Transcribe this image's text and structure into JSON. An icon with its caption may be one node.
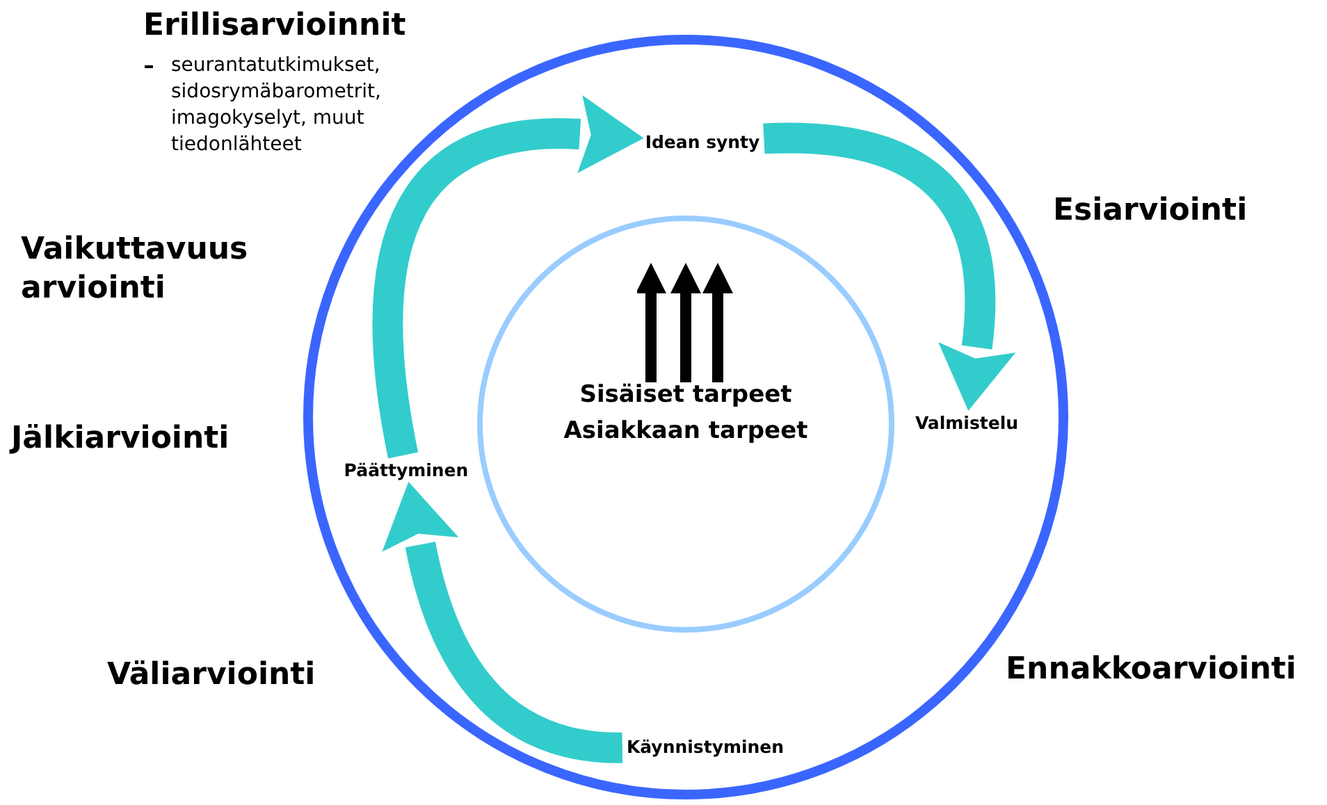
{
  "diagram": {
    "nodes": [
      {
        "text": [],
        "shape": "circle"
      },
      {
        "text": [
          "Idean synty"
        ],
        "in": 0
      },
      {
        "text": [
          "Valmistelu"
        ],
        "in": 0
      },
      {
        "text": [
          "Käynnistyminen"
        ],
        "in": 0
      },
      {
        "text": [
          "Päättyminen"
        ],
        "in": 0
      },
      {
        "text": [
          "Sisäiset tarpeet",
          "Asiakkaan tarpeet"
        ],
        "in": 0
      }
    ],
    "edges": [
      {
        "from": 4,
        "to": 1,
        "arrow": "to"
      },
      {
        "from": 1,
        "to": 2,
        "arrow": "to"
      },
      {
        "from": 3,
        "to": 4,
        "arrow": "to"
      }
    ],
    "labels": [
      "Erillisarvioinnit",
      "seurantatutkimukset, sidosrymäbarometrit, imagokyselyt, muut tiedonlähteet",
      "Vaikuttavuus arviointi",
      "Esiarviointi",
      "Jälkiarviointi",
      "Väliarviointi",
      "Ennakkoarviointi"
    ]
  }
}
